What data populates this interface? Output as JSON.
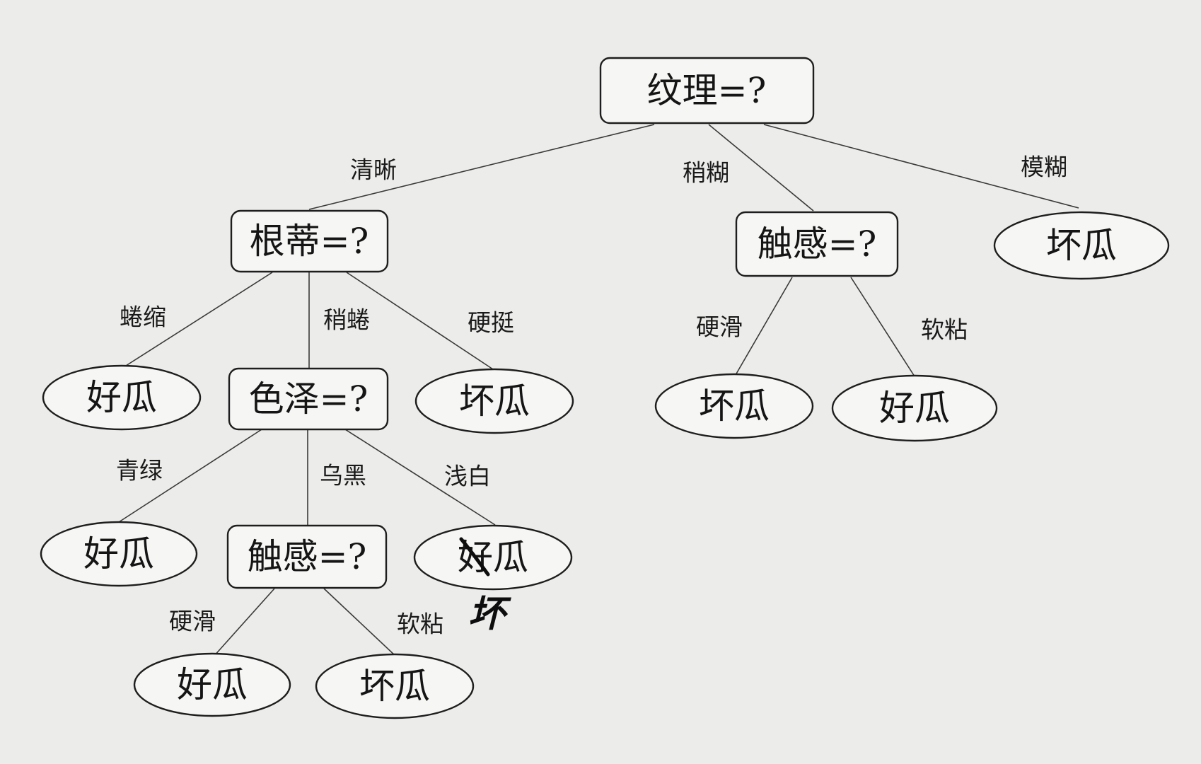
{
  "tree": {
    "root": "纹理=?",
    "n_gendi": "根蒂=?",
    "n_chugan1": "触感=?",
    "n_sezhe": "色泽=?",
    "n_chugan2": "触感=?",
    "leaf_mohu": "坏瓜",
    "leaf_quansuo": "好瓜",
    "leaf_yingting": "坏瓜",
    "leaf_r_yinghua": "坏瓜",
    "leaf_r_ruanzhan": "好瓜",
    "leaf_qinglv": "好瓜",
    "leaf_qianbai": "好瓜",
    "leaf_b_yinghua": "好瓜",
    "leaf_b_ruanzhan": "坏瓜"
  },
  "edges": {
    "qingxi": "清晰",
    "shaohu": "稍糊",
    "mohu": "模糊",
    "quansuo": "蜷缩",
    "shaoquan": "稍蜷",
    "yingting": "硬挺",
    "r_yinghua": "硬滑",
    "r_ruanzhan": "软粘",
    "qinglv": "青绿",
    "wuhei": "乌黑",
    "qianbai": "浅白",
    "b_yinghua": "硬滑",
    "b_ruanzhan": "软粘"
  },
  "annotation": {
    "handwritten_correction": "坏"
  }
}
